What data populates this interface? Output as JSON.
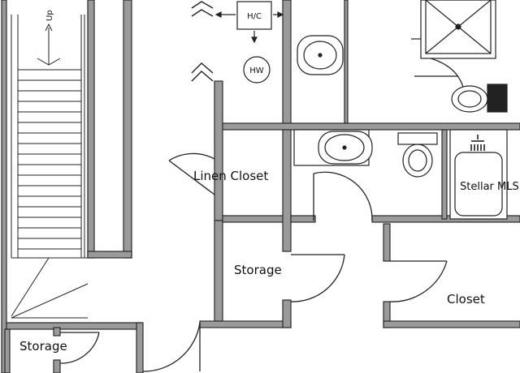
{
  "colors": {
    "wall": "#9a9a9a",
    "wall_edge": "#2b2b2b",
    "line": "#222222",
    "paper": "#ffffff",
    "watermark": "#c9c9c9"
  },
  "labels": {
    "stairs_up": "Up",
    "hvac": "H/C",
    "water_heater": "HW",
    "linen_closet": "Linen Closet",
    "storage_center": "Storage",
    "closet": "Closet",
    "storage_left": "Storage",
    "watermark": "Stellar MLS"
  },
  "fixtures": [
    "stairs",
    "hvac-unit",
    "water-heater",
    "sink",
    "shower",
    "shower-head-icon",
    "toilet",
    "bathtub"
  ]
}
